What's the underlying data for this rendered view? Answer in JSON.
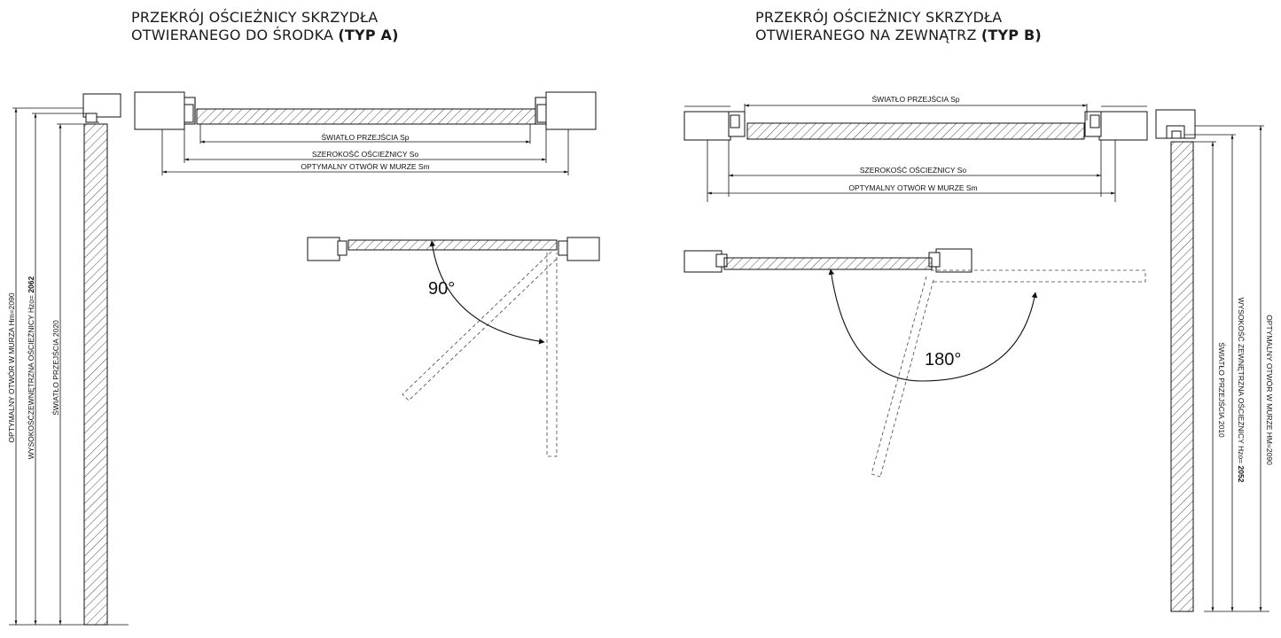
{
  "type_a": {
    "title_line1": "PRZEKRÓJ OŚCIEŻNICY SKRZYDŁA",
    "title_line2": "OTWIERANEGO DO ŚRODKA ",
    "title_tag": "(TYP A)",
    "dim_light": "ŚWIATŁO PRZEJŚCIA Sp",
    "dim_frame_width": "SZEROKOŚĆ OŚCIEŻNICY So",
    "dim_wall_opening": "OPTYMALNY OTWÓR W MURZE Sm",
    "angle": "90°",
    "vert_wall": "OPTYMALNY OTWÓR W MURZA Hm=2090",
    "vert_frame_prefix": "WYSOKOŚĆZEWNĘTRZNA OŚCIEŻNICY Hzo= ",
    "vert_frame_value": "2062",
    "vert_light": "ŚWIATŁO PRZEJŚCIA 2020"
  },
  "type_b": {
    "title_line1": "PRZEKRÓJ OŚCIEŻNICY SKRZYDŁA",
    "title_line2": "OTWIERANEGO NA ZEWNĄTRZ ",
    "title_tag": "(TYP B)",
    "dim_light": "ŚWIATŁO PRZEJŚCIA Sp",
    "dim_frame_width": "SZEROKOŚĆ OŚCIEŻNICY So",
    "dim_wall_opening": "OPTYMALNY OTWÓR W MURZE Sm",
    "angle": "180°",
    "vert_light": "ŚWIATŁO PRZEJŚCIA 2010",
    "vert_frame_prefix": "WYSOKOŚĆ ZEWNĘTRZNA OŚCIEŻNICY Hzo= ",
    "vert_frame_value": "2052",
    "vert_wall": "OPTYMALNY OTWÓR W MURZE HM=2090"
  }
}
